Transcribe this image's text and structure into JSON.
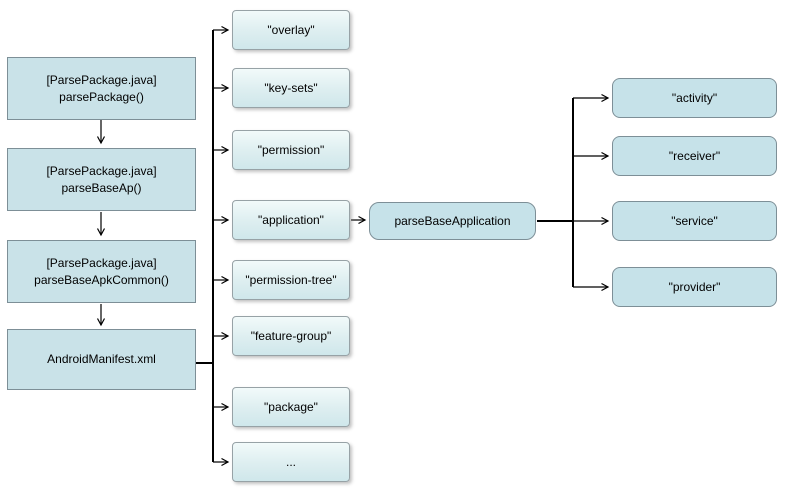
{
  "diagram": {
    "left_flow": {
      "nodes": [
        {
          "line1": "[ParsePackage.java]",
          "line2": "parsePackage()"
        },
        {
          "line1": "[ParsePackage.java]",
          "line2": "parseBaseAp()"
        },
        {
          "line1": "[ParsePackage.java]",
          "line2": "parseBaseApkCommon()"
        },
        {
          "label": "AndroidManifest.xml"
        }
      ]
    },
    "manifest_tags": [
      "\"overlay\"",
      "\"key-sets\"",
      "\"permission\"",
      "\"application\"",
      "\"permission-tree\"",
      "\"feature-group\"",
      "\"package\"",
      "..."
    ],
    "parse_base_application_label": "parseBaseApplication",
    "application_children": [
      "\"activity\"",
      "\"receiver\"",
      "\"service\"",
      "\"provider\""
    ],
    "colors": {
      "rect_fill": "#c9e2e8",
      "tag_fill_top": "#f2fafa",
      "tag_fill_bottom": "#cfe7eb",
      "round_fill": "#c6e2e9",
      "border": "#7d8f97",
      "connector": "#000000",
      "background": "#ffffff"
    }
  }
}
